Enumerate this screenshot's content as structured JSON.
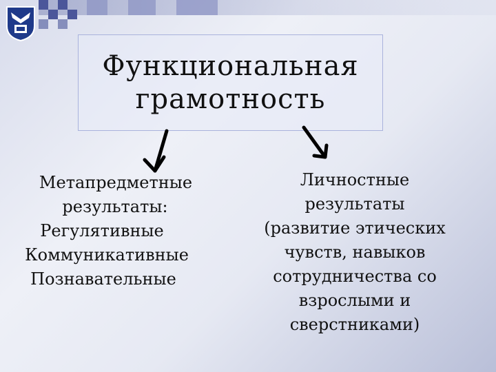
{
  "title": {
    "line1": "Функциональная",
    "line2": "грамотность"
  },
  "left": {
    "lines": [
      "Метапредметные",
      "результаты:",
      "Регулятивные",
      "Коммуникативные",
      "Познавательные"
    ]
  },
  "right": {
    "lines": [
      "Личностные",
      "результаты",
      "(развитие этических",
      "чувств, навыков",
      "сотрудничества со",
      "взрослыми и",
      "сверстниками)"
    ]
  },
  "colors": {
    "accent": "#1f3a8a",
    "border": "#a9b2dc",
    "text": "#111111"
  }
}
